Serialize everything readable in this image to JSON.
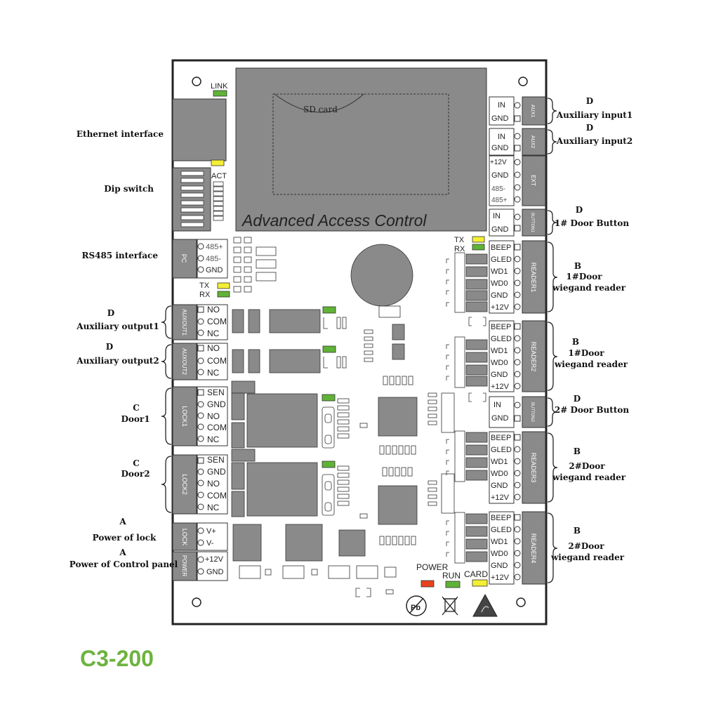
{
  "colors": {
    "green_led": "#5fb336",
    "yellow_led": "#f4ee35",
    "red_led": "#e8421f",
    "block": "#8a8a8a",
    "model": "#6db33f"
  },
  "model": "C3-200",
  "sd_card": "SD card",
  "title": "Advanced Access Control",
  "leds": {
    "link": "LINK",
    "act": "ACT",
    "tx_top": "TX",
    "rx_top": "RX",
    "tx_left": "TX",
    "rx_left": "RX",
    "power": "POWER",
    "run": "RUN",
    "card": "CARD"
  },
  "left_labels": {
    "ethernet": "Ethernet interface",
    "dip": "Dip switch",
    "rs485": "RS485  interface",
    "aux_out1_letter": "D",
    "aux_out1": "Auxiliary output1",
    "aux_out2_letter": "D",
    "aux_out2": "Auxiliary output2",
    "door1_letter": "C",
    "door1": "Door1",
    "door2_letter": "C",
    "door2": "Door2",
    "lock_power_letter": "A",
    "lock_power": "Power of lock",
    "panel_power_letter": "A",
    "panel_power": "Power of Control panel"
  },
  "right_labels": {
    "aux_in1_letter": "D",
    "aux_in1": "Auxiliary input1",
    "aux_in2_letter": "D",
    "aux_in2": "Auxiliary input2",
    "button1_letter": "D",
    "button1": "1# Door Button",
    "reader1_letter": "B",
    "reader1_a": "1#Door",
    "reader1_b": "wiegand reader",
    "reader2_letter": "B",
    "reader2_a": "1#Door",
    "reader2_b": "wiegand reader",
    "button2_letter": "D",
    "button2": "2# Door Button",
    "reader3_letter": "B",
    "reader3_a": "2#Door",
    "reader3_b": "wiegand reader",
    "reader4_letter": "B",
    "reader4_a": "2#Door",
    "reader4_b": "wiegand reader"
  },
  "blocks": {
    "pc": "PC",
    "auxout1": "AUXOUT1",
    "auxout2": "AUXOUT2",
    "lock1": "LOCK1",
    "lock2": "LOCK2",
    "lock": "LOCK",
    "power": "POWER",
    "aux1": "AUX1",
    "aux2": "AUX2",
    "ext": "EXT",
    "button1": "BUTTON1",
    "reader1": "READER1",
    "reader2": "READER2",
    "button2": "BUTTON2",
    "reader3": "READER3",
    "reader4": "READER4"
  },
  "pins": {
    "pc": [
      "485+",
      "485-",
      "GND"
    ],
    "auxout": [
      "NO",
      "COM",
      "NC"
    ],
    "lock_door": [
      "SEN",
      "GND",
      "NO",
      "COM",
      "NC"
    ],
    "lock": [
      "V+",
      "V-"
    ],
    "power": [
      "+12V",
      "GND"
    ],
    "aux_in": [
      "IN",
      "GND"
    ],
    "ext": [
      "+12V",
      "GND",
      "485-",
      "485+"
    ],
    "button": [
      "IN",
      "GND"
    ],
    "reader": [
      "BEEP",
      "GLED",
      "WD1",
      "WD0",
      "GND",
      "+12V"
    ]
  }
}
